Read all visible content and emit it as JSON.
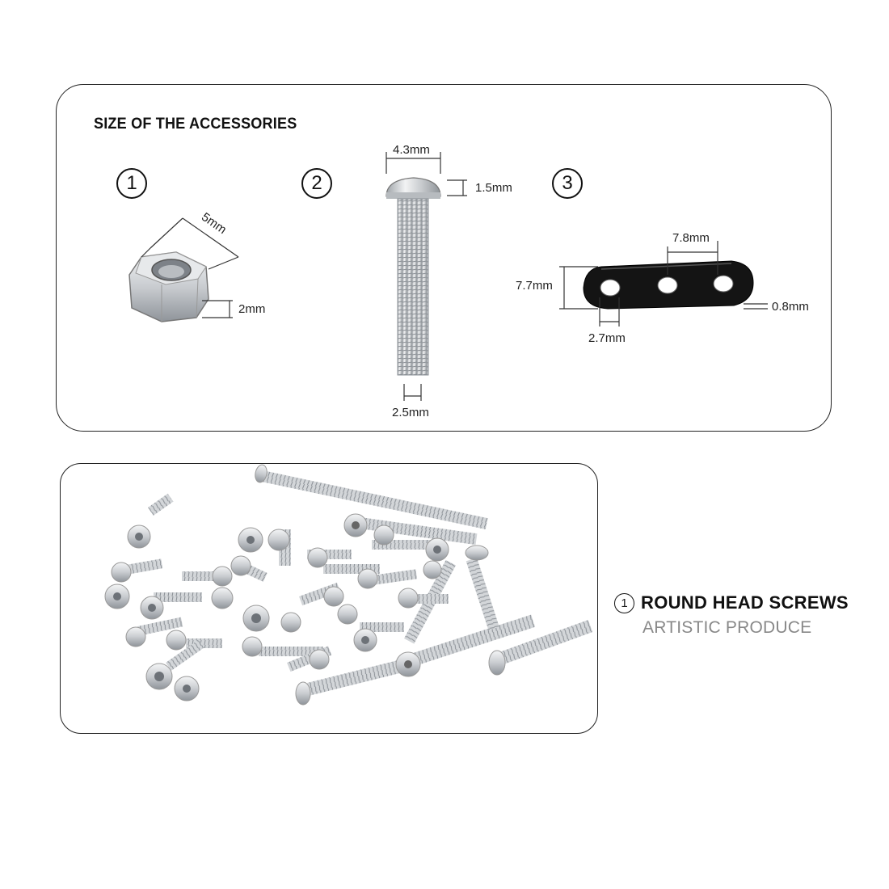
{
  "heading": "SIZE OF THE ACCESSORIES",
  "items": [
    {
      "number": "1",
      "dims": [
        "5mm",
        "2mm"
      ]
    },
    {
      "number": "2",
      "dims": [
        "4.3mm",
        "1.5mm",
        "2.5mm"
      ]
    },
    {
      "number": "3",
      "dims": [
        "7.8mm",
        "7.7mm",
        "0.8mm",
        "2.7mm"
      ]
    }
  ],
  "feature": {
    "number": "1",
    "title": "ROUND HEAD SCREWS",
    "subtitle": "ARTISTIC PRODUCE"
  },
  "colors": {
    "border": "#222222",
    "metal": "#c9ccd0",
    "plate": "#111111",
    "subtitle": "#888888"
  }
}
